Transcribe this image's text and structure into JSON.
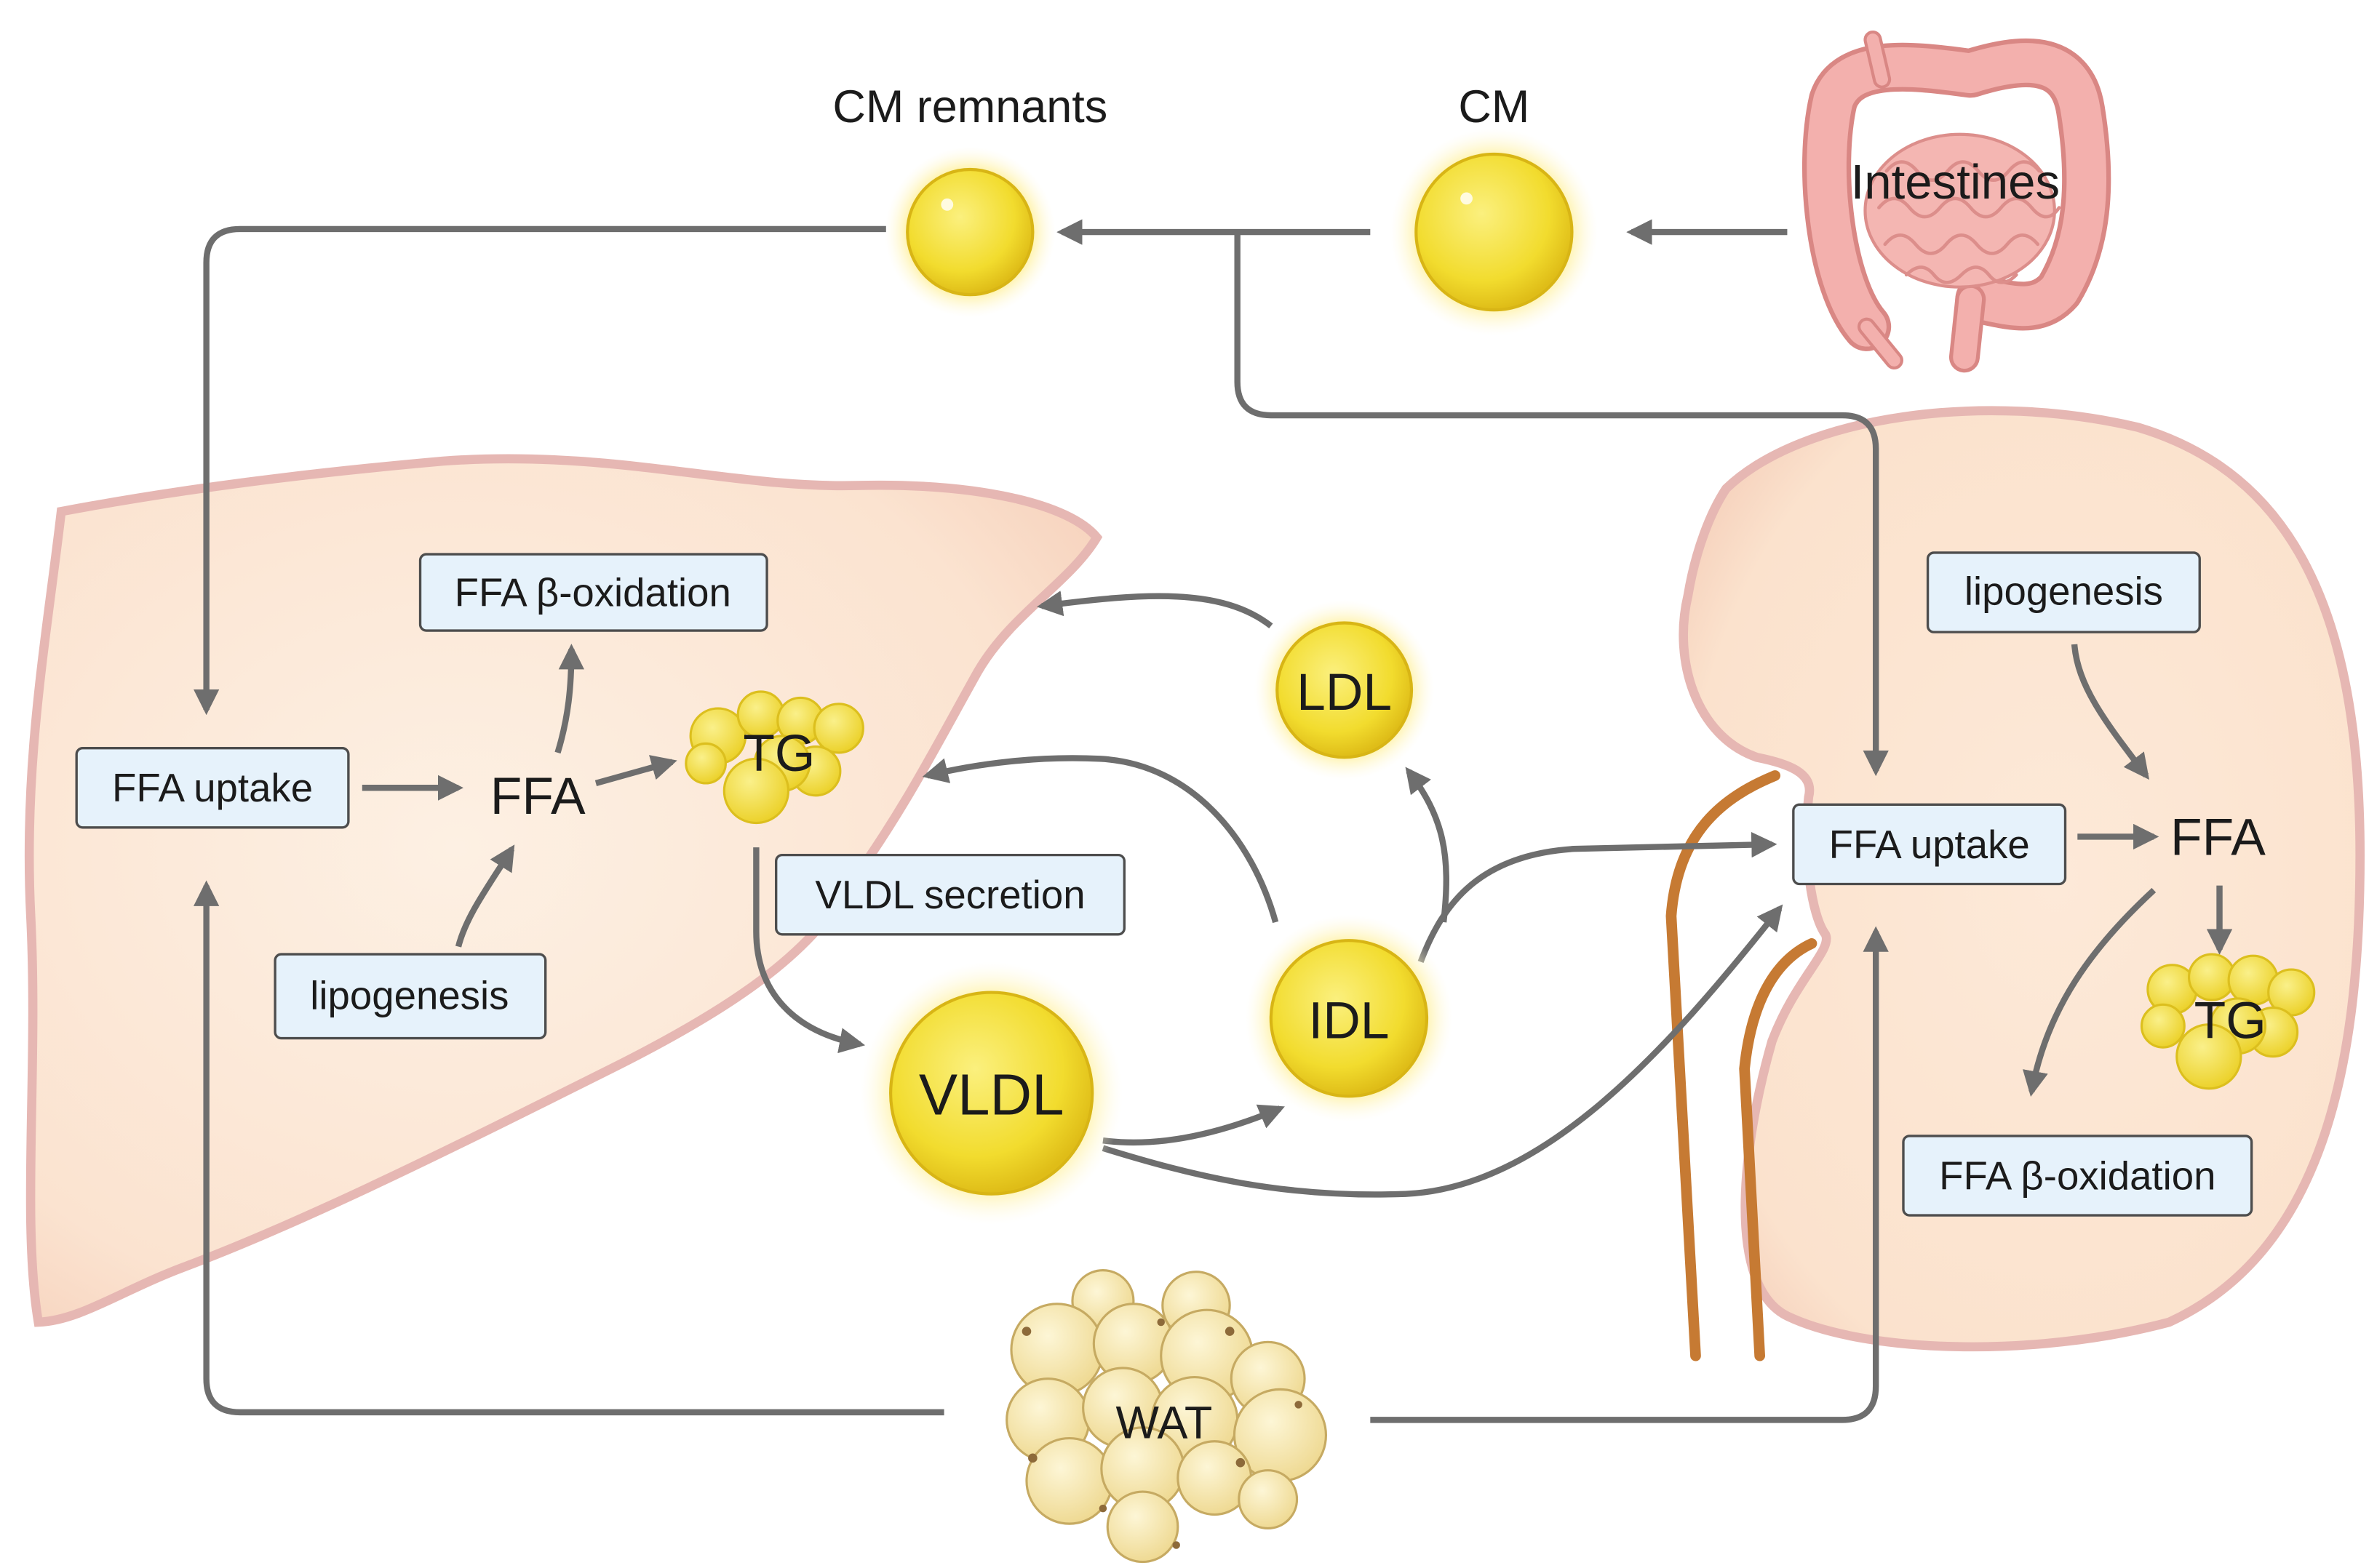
{
  "diagram": {
    "top": {
      "cm_remnants": "CM remnants",
      "cm": "CM",
      "intestines": "Intestines"
    },
    "liver": {
      "ffa_beta_oxidation": "FFA β-oxidation",
      "ffa_uptake": "FFA uptake",
      "ffa": "FFA",
      "tg": "TG",
      "lipogenesis": "lipogenesis",
      "vldl_secretion": "VLDL secretion"
    },
    "lipoproteins": {
      "vldl": "VLDL",
      "idl": "IDL",
      "ldl": "LDL"
    },
    "kidney": {
      "lipogenesis": "lipogenesis",
      "ffa_uptake": "FFA uptake",
      "ffa": "FFA",
      "tg": "TG",
      "ffa_beta_oxidation": "FFA β-oxidation"
    },
    "wat": "WAT"
  },
  "icons": {
    "liver": "liver-icon",
    "kidney": "kidney-icon",
    "intestines": "intestines-icon",
    "adipose": "adipose-tissue-icon",
    "lipoprotein": "lipoprotein-particle-icon"
  },
  "colors": {
    "arrow": "#6e6e6e",
    "box_fill": "#e6f2fb",
    "organ_stroke": "#e6b7b3",
    "particle": "#f2dc2e",
    "vessel": "#c67a33"
  }
}
